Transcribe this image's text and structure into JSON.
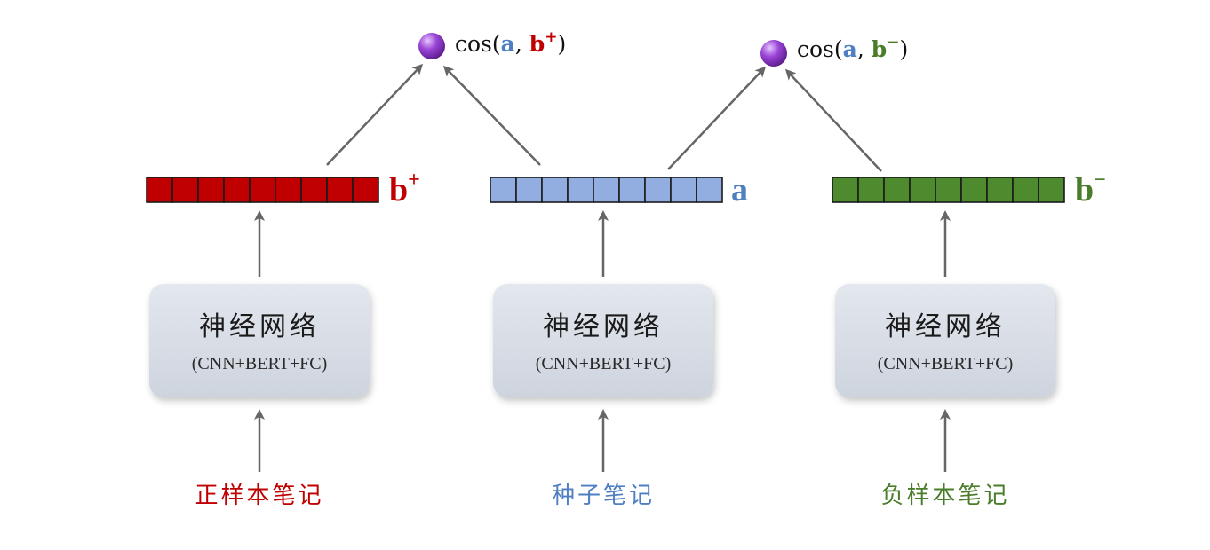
{
  "colors": {
    "positive": "#c00000",
    "seed": "#4f7fc1",
    "negative": "#4a7d2a",
    "positive_fill": "#c00000",
    "seed_fill": "#92aee0",
    "negative_fill": "#4e8a2e",
    "arrow": "#666666",
    "node": "#7b2fb8"
  },
  "network": {
    "title": "神经网络",
    "subtitle": "(CNN+BERT+FC)"
  },
  "columns": [
    {
      "id": "positive",
      "input_label": "正样本笔记",
      "vector_label": "b",
      "vector_sup": "+",
      "cells": 9
    },
    {
      "id": "seed",
      "input_label": "种子笔记",
      "vector_label": "a",
      "vector_sup": "",
      "cells": 9
    },
    {
      "id": "negative",
      "input_label": "负样本笔记",
      "vector_label": "b",
      "vector_sup": "−",
      "cells": 9
    }
  ],
  "similarities": [
    {
      "id": "cos-positive",
      "prefix": "cos(",
      "arg1": "a",
      "sep": ", ",
      "arg2": "b",
      "arg2_sup": "+",
      "suffix": ")"
    },
    {
      "id": "cos-negative",
      "prefix": "cos(",
      "arg1": "a",
      "sep": ", ",
      "arg2": "b",
      "arg2_sup": "−",
      "suffix": ")"
    }
  ]
}
